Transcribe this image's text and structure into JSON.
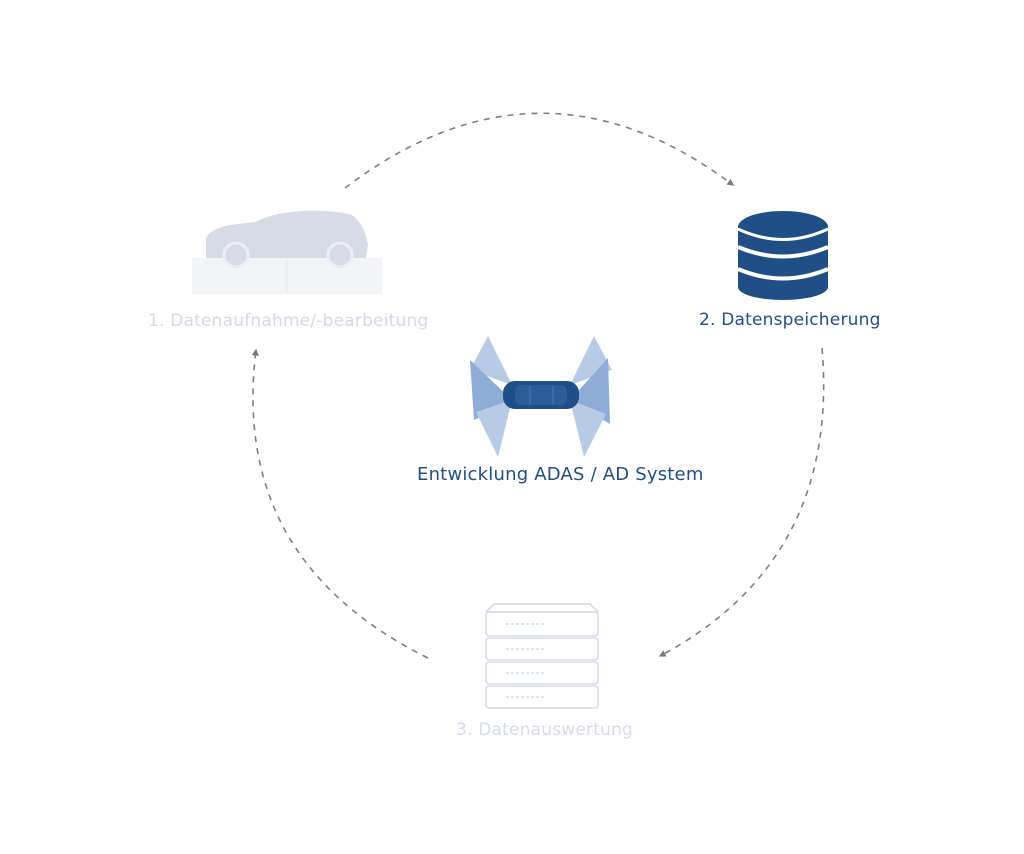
{
  "steps": [
    {
      "label": "1. Datenaufnahme/-bearbeitung",
      "icon": "car-icon",
      "active": false
    },
    {
      "label": "2. Datenspeicherung",
      "icon": "database-icon",
      "active": true
    },
    {
      "label": "3. Datenauswertung",
      "icon": "server-rack-icon",
      "active": false
    }
  ],
  "center": {
    "label": "Entwicklung ADAS / AD System",
    "icon": "car-sensor-icon"
  },
  "colors": {
    "active": "#1f4f86",
    "inactive": "#d3d9e6",
    "sensor_light": "#a9c0df",
    "sensor_mid": "#7fa2cf",
    "arrow": "#7a7a7a"
  }
}
